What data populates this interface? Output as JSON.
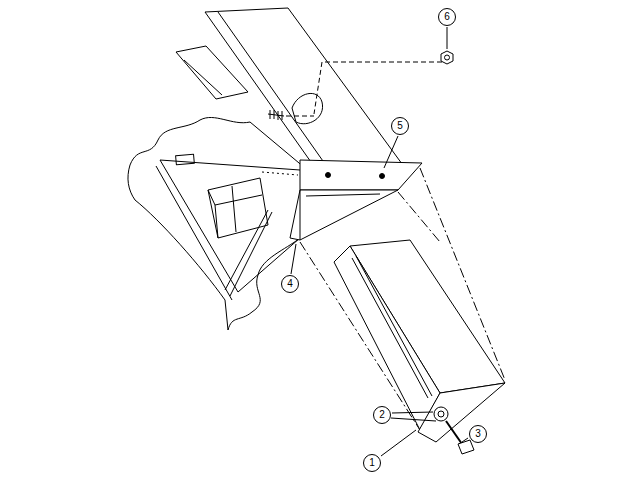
{
  "diagram": {
    "labels": [
      "6",
      "5",
      "4",
      "2",
      "3",
      "1"
    ]
  }
}
